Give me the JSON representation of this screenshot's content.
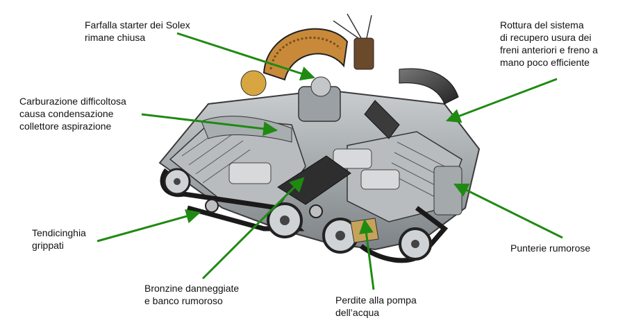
{
  "colors": {
    "arrow": "#1f8a12",
    "engine_grey": "#9ea3a6",
    "engine_dark": "#2b2b2b",
    "filter_orange": "#c88a3a",
    "belt": "#1a1a1a"
  },
  "labels": {
    "starter": "Farfalla starter dei Solex\nrimane chiusa",
    "freni": "Rottura del sistema\ndi recupero usura dei\nfreni anteriori e freno a\nmano poco efficiente",
    "carburazione": "Carburazione difficoltosa\ncausa condensazione\ncollettore aspirazione",
    "tendicinghia": "Tendicinghia\ngrippati",
    "bronzine": "Bronzine danneggiate\ne banco rumoroso",
    "pompa": "Perdite alla pompa\ndell’acqua",
    "punterie": "Punterie rumorose"
  },
  "image": {
    "semantic": "cutaway-boxer-engine-illustration"
  }
}
